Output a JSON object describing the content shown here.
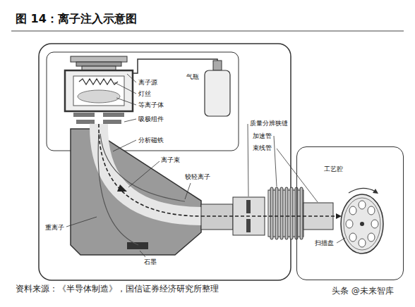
{
  "diagram": {
    "title": "图 14：离子注入示意图",
    "caption": "资料来源：《半导体制造》，国信证券经济研究所整理",
    "nodes": [
      {
        "text": [
          "工艺腔"
        ]
      }
    ],
    "labels": [
      "离子源",
      "灯丝",
      "等离子体",
      "吸极组件",
      "气瓶",
      "分析磁铁",
      "离子束",
      "较轻离子",
      "重离子",
      "石墨",
      "质量分辨狭缝",
      "加速管",
      "束线管",
      "扫描盘",
      "头条 @未来智库"
    ]
  }
}
